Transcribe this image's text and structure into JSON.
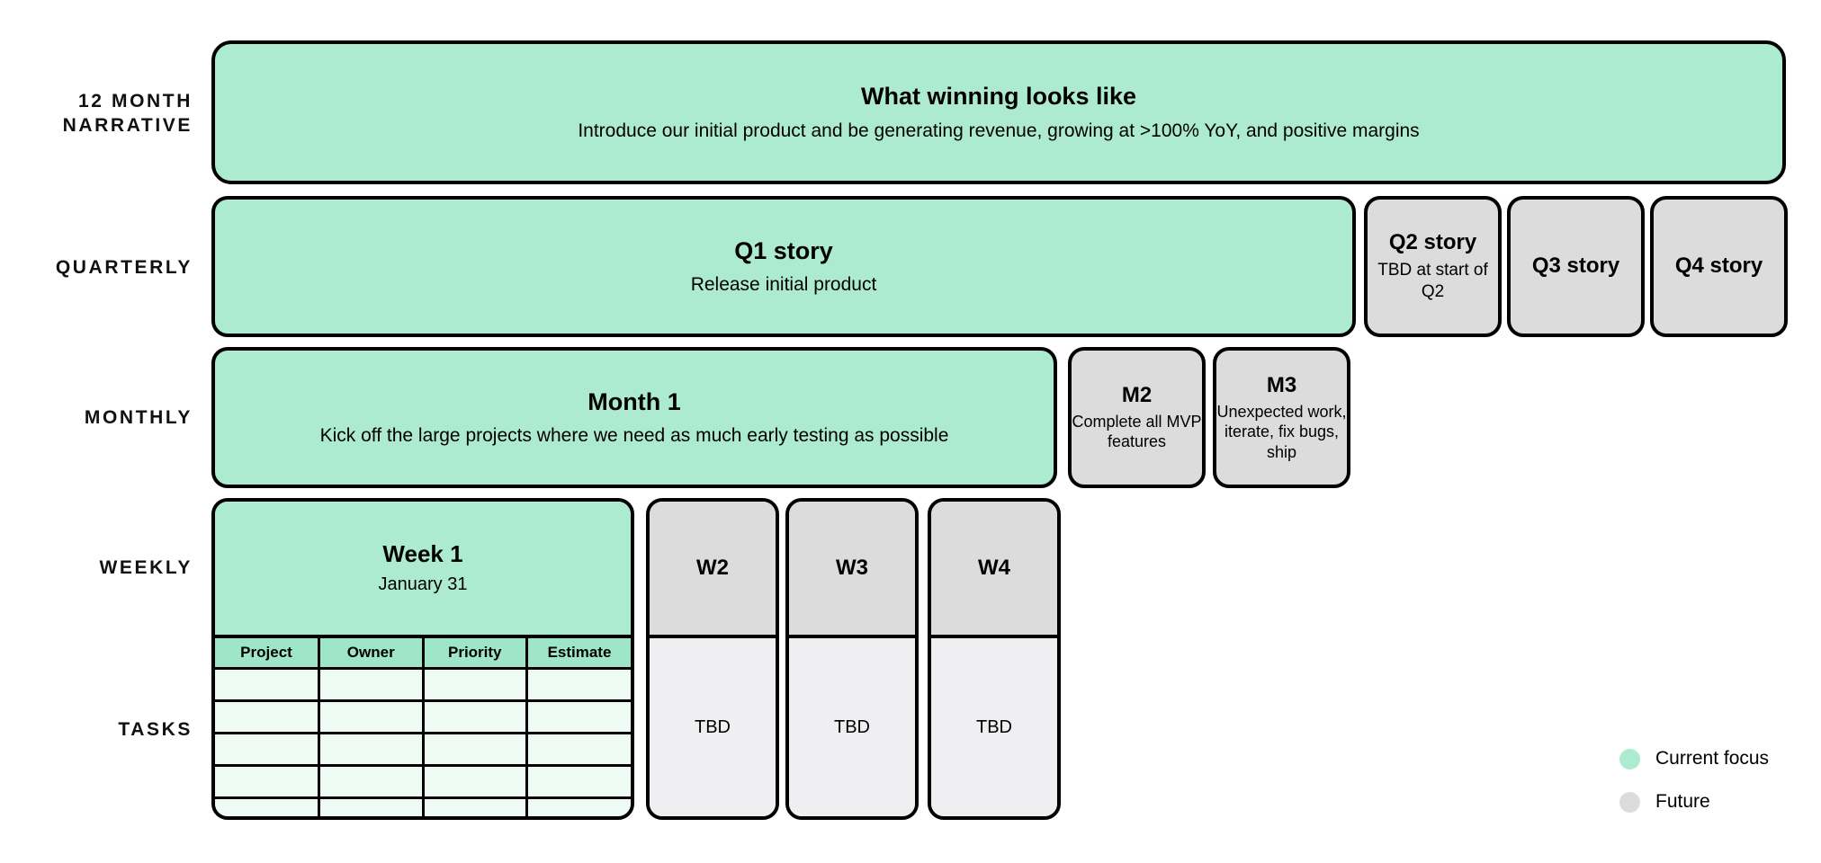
{
  "colors": {
    "current_focus": "#ACEBD0",
    "future": "#DCDCDC",
    "future_body": "#EFEFF1",
    "table_cell": "#EEFBF5",
    "border": "#000000"
  },
  "rows": {
    "narrative_label": "12 MONTH\nNARRATIVE",
    "quarterly_label": "QUARTERLY",
    "monthly_label": "MONTHLY",
    "weekly_label": "WEEKLY",
    "tasks_label": "TASKS"
  },
  "narrative": {
    "title": "What winning looks like",
    "subtitle": "Introduce our initial product and be generating revenue, growing at >100% YoY, and positive margins",
    "state": "Current focus"
  },
  "quarterly": [
    {
      "title": "Q1 story",
      "subtitle": "Release initial product",
      "state": "Current focus"
    },
    {
      "title": "Q2 story",
      "subtitle": "TBD at\nstart of Q2",
      "state": "Future"
    },
    {
      "title": "Q3 story",
      "subtitle": "",
      "state": "Future"
    },
    {
      "title": "Q4 story",
      "subtitle": "",
      "state": "Future"
    }
  ],
  "monthly": [
    {
      "title": "Month 1",
      "subtitle": "Kick off the large projects where we need as much early testing as possible",
      "state": "Current focus"
    },
    {
      "title": "M2",
      "subtitle": "Complete\nall MVP\nfeatures",
      "state": "Future"
    },
    {
      "title": "M3",
      "subtitle": "Unexpected\nwork, iterate,\nfix bugs, ship",
      "state": "Future"
    }
  ],
  "weekly": {
    "current": {
      "title": "Week 1",
      "subtitle": "January 31",
      "state": "Current focus"
    },
    "future": [
      {
        "title": "W2",
        "body": "TBD",
        "state": "Future"
      },
      {
        "title": "W3",
        "body": "TBD",
        "state": "Future"
      },
      {
        "title": "W4",
        "body": "TBD",
        "state": "Future"
      }
    ]
  },
  "tasks": {
    "columns": [
      "Project",
      "Owner",
      "Priority",
      "Estimate"
    ],
    "rows": [
      [
        "",
        "",
        "",
        ""
      ],
      [
        "",
        "",
        "",
        ""
      ],
      [
        "",
        "",
        "",
        ""
      ],
      [
        "",
        "",
        "",
        ""
      ],
      [
        "",
        "",
        "",
        ""
      ]
    ]
  },
  "legend": [
    {
      "label": "Current focus",
      "swatch": "current-focus-dot"
    },
    {
      "label": "Future",
      "swatch": "future-dot"
    }
  ]
}
